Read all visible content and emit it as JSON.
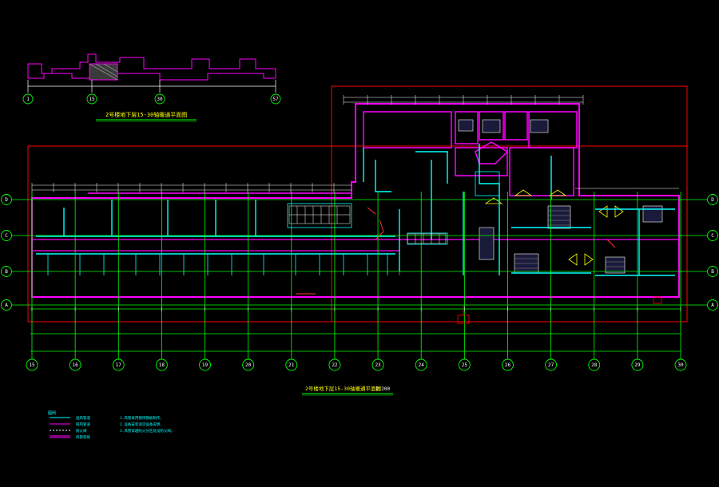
{
  "colors": {
    "background": "#000000",
    "wall": "#ff00ff",
    "axis": "#00ff00",
    "border": "#ff0000",
    "duct": "#00ffff",
    "text": "#ffffff",
    "accent": "#ffff00"
  },
  "key_plan": {
    "title": "2号楼地下层15-30轴暖通平面图",
    "axes": [
      "1",
      "15",
      "30",
      "57"
    ]
  },
  "main_plan": {
    "title": "2号楼地下层15-30轴暖通平面图",
    "scale": "1:200",
    "bottom_axes": [
      "15",
      "16",
      "17",
      "18",
      "19",
      "20",
      "21",
      "22",
      "23",
      "24",
      "25",
      "26",
      "27",
      "28",
      "29",
      "30"
    ],
    "side_axes": [
      "D",
      "C",
      "B",
      "A"
    ]
  },
  "legend": {
    "items": [
      {
        "symbol": "line",
        "label": "送风管道"
      },
      {
        "symbol": "line",
        "label": "排风管道"
      },
      {
        "symbol": "dashed",
        "label": "防火阀"
      },
      {
        "symbol": "double",
        "label": "风管软接"
      }
    ],
    "notes": [
      "1.风管采用镀锌钢板制作,",
      "2.设备安装详见设备说明,",
      "3.风管穿越防火分区处设防火阀。"
    ]
  }
}
